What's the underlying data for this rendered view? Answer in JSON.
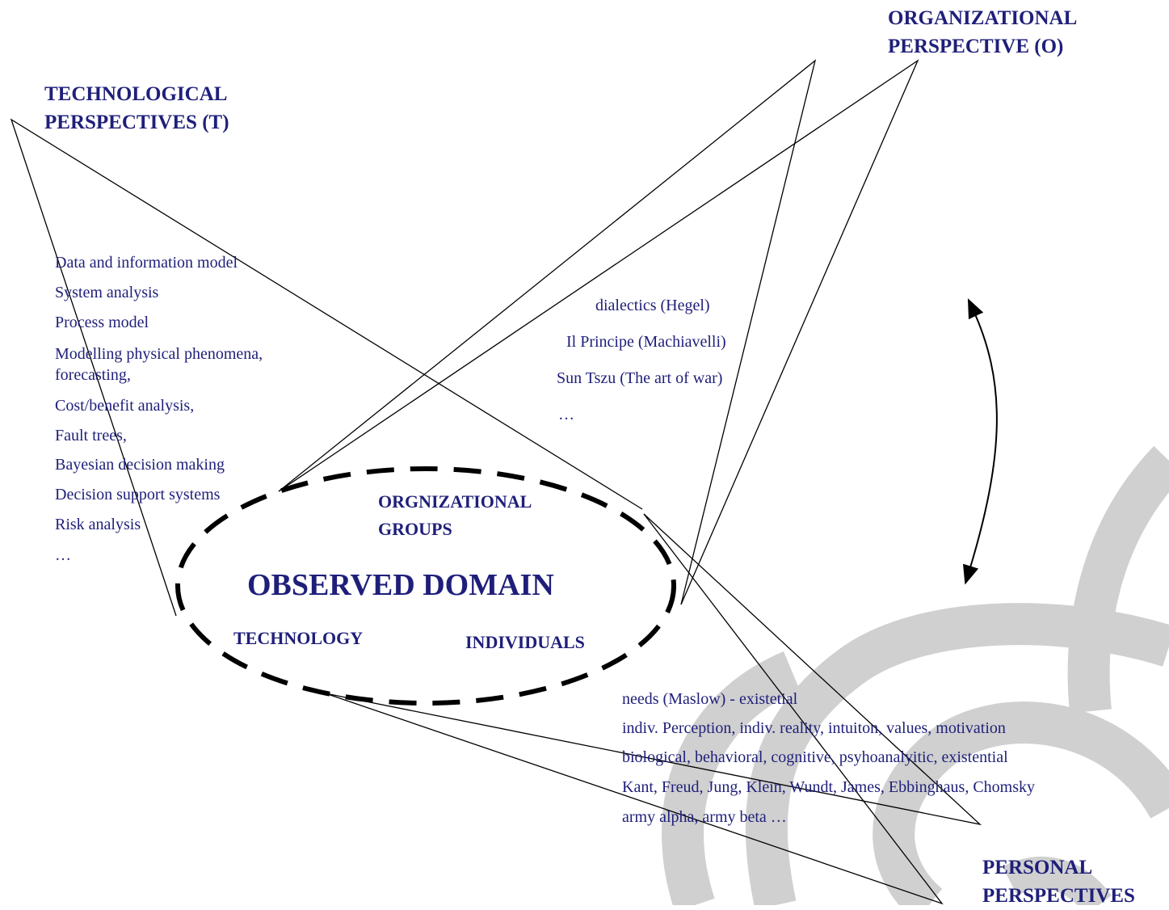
{
  "headings": {
    "technological": [
      "TECHNOLOGICAL",
      "PERSPECTIVES (T)"
    ],
    "organizational": [
      "ORGANIZATIONAL",
      "PERSPECTIVE (O)"
    ],
    "personal": [
      "PERSONAL",
      "PERSPECTIVES"
    ]
  },
  "domain": {
    "title": "OBSERVED DOMAIN",
    "groups": [
      "ORGNIZATIONAL",
      "GROUPS"
    ],
    "technology": "TECHNOLOGY",
    "individuals": "INDIVIDUALS"
  },
  "technological_items": [
    "Data and information model",
    "System analysis",
    "Process model",
    "Modelling physical phenomena,",
    "forecasting,",
    "Cost/benefit analysis,",
    "Fault trees,",
    "Bayesian decision making",
    "Decision support systems",
    "Risk analysis",
    "…"
  ],
  "organizational_items": [
    "dialectics (Hegel)",
    "Il Principe (Machiavelli)",
    "Sun Tszu (The art of war)",
    "…"
  ],
  "personal_items": [
    "needs (Maslow) - existetial",
    "indiv. Perception, indiv. reality, intuiton, values, motivation",
    "biological, behavioral, cognitive, psyhoanalyitic, existential",
    "Kant, Freud, Jung, Klein, Wundt, James, Ebbinghaus, Chomsky",
    "army alpha, army beta …"
  ],
  "colors": {
    "text": "#1f1f7a",
    "background_swirl": "#d0d0d0",
    "lines": "#000000"
  }
}
